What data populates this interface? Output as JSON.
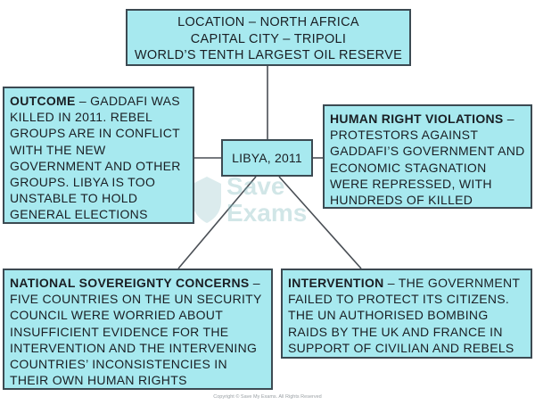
{
  "top": {
    "lines": [
      "LOCATION – NORTH AFRICA",
      "CAPITAL CITY – TRIPOLI",
      "WORLD’S TENTH LARGEST OIL RESERVE"
    ]
  },
  "center": {
    "label": "LIBYA, 2011"
  },
  "outcome": {
    "heading": "OUTCOME",
    "text": " – GADDAFI WAS KILLED IN 2011. REBEL GROUPS ARE IN CONFLICT WITH THE NEW GOVERNMENT AND OTHER GROUPS. LIBYA IS TOO UNSTABLE TO HOLD GENERAL ELECTIONS"
  },
  "human_rights": {
    "heading": "HUMAN RIGHT VIOLATIONS",
    "text": " – PROTESTORS AGAINST GADDAFI’S GOVERNMENT AND ECONOMIC STAGNATION WERE REPRESSED, WITH HUNDREDS OF KILLED"
  },
  "national": {
    "heading": "NATIONAL SOVEREIGNTY CONCERNS",
    "text": " – FIVE COUNTRIES ON THE UN SECURITY COUNCIL WERE WORRIED ABOUT INSUFFICIENT EVIDENCE FOR THE INTERVENTION AND THE INTERVENING COUNTRIES’ INCONSISTENCIES IN THEIR OWN HUMAN RIGHTS"
  },
  "intervention": {
    "heading": "INTERVENTION",
    "text": " – THE GOVERNMENT FAILED TO PROTECT ITS CITIZENS. THE UN AUTHORISED BOMBING RAIDS BY THE UK AND FRANCE IN SUPPORT OF CIVILIAN AND REBELS"
  },
  "watermark": {
    "lines": [
      "Save",
      "Exams"
    ]
  },
  "copyright": "Copyright © Save My Exams. All Rights Reserved",
  "colors": {
    "box_fill": "#a7e9ef",
    "box_border": "#3c4a52",
    "connector": "#4a4f55",
    "text": "#1a1f24"
  }
}
